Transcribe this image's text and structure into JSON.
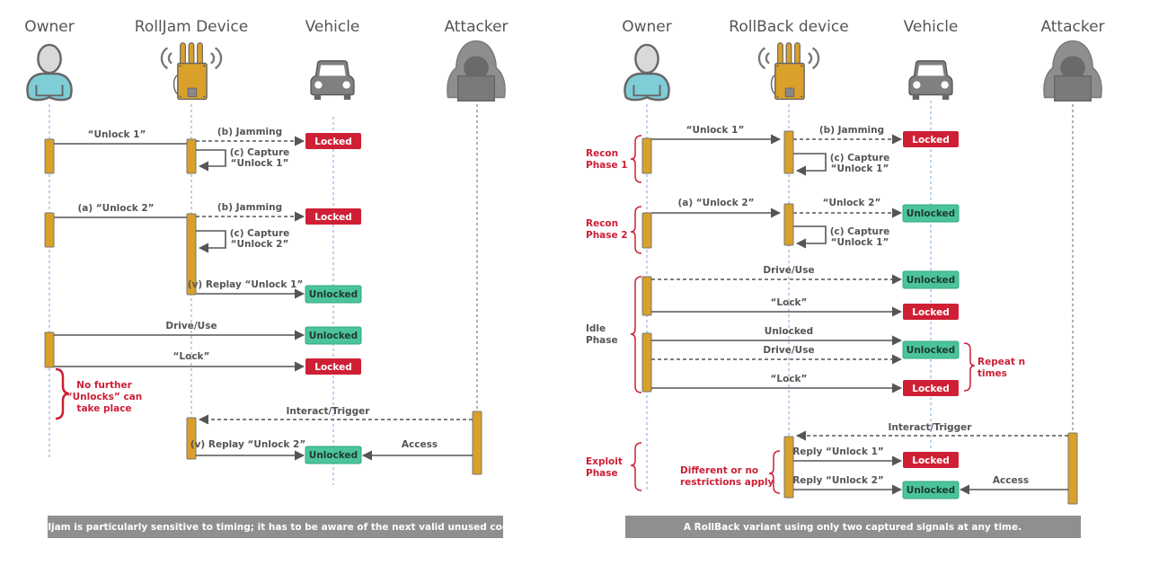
{
  "colors": {
    "locked": "#cf1f35",
    "unlocked": "#4cc49a",
    "unlocked_border": "#2faa7d",
    "activation": "#d9a02a",
    "arrow": "#555555",
    "lifeline": "#a9c3e6",
    "annotation": "#cc1f36",
    "caption_bg": "#8e8f91",
    "owner_body": "#7fcdd6"
  },
  "left": {
    "actors": [
      {
        "name": "Owner",
        "icon": "person-icon"
      },
      {
        "name": "RollJam Device",
        "icon": "jammer-device-icon"
      },
      {
        "name": "Vehicle",
        "icon": "car-icon"
      },
      {
        "name": "Attacker",
        "icon": "hooded-hacker-icon"
      }
    ],
    "messages": [
      {
        "label": "“Unlock 1”",
        "from": "owner",
        "to": "device",
        "style": "solid"
      },
      {
        "label": "(b) Jamming",
        "from": "device",
        "to": "vehicle",
        "style": "dashed",
        "state": "Locked"
      },
      {
        "label": "(c) Capture",
        "label2": "“Unlock 1”",
        "type": "self",
        "actor": "device"
      },
      {
        "label": "(a) “Unlock 2”",
        "from": "owner",
        "to": "device",
        "style": "solid"
      },
      {
        "label": "(b) Jamming",
        "from": "device",
        "to": "vehicle",
        "style": "dashed",
        "state": "Locked"
      },
      {
        "label": "(c) Capture",
        "label2": "“Unlock 2”",
        "type": "self",
        "actor": "device"
      },
      {
        "label": "(v) Replay “Unlock 1”",
        "from": "device",
        "to": "vehicle",
        "style": "solid",
        "state": "Unlocked"
      },
      {
        "label": "Drive/Use",
        "from": "owner",
        "to": "vehicle",
        "style": "solid",
        "state": "Unlocked"
      },
      {
        "label": "“Lock”",
        "from": "owner",
        "to": "vehicle",
        "style": "solid",
        "state": "Locked"
      },
      {
        "label": "Interact/Trigger",
        "from": "attacker",
        "to": "device",
        "style": "dashed"
      },
      {
        "label": "(v) Replay “Unlock 2”",
        "from": "device",
        "to": "vehicle",
        "style": "solid",
        "state": "Unlocked"
      },
      {
        "label": "Access",
        "from": "attacker",
        "to": "vehicle",
        "style": "solid"
      }
    ],
    "annotation": [
      "No further",
      "“Unlocks” can",
      "take place"
    ],
    "caption": "Rolljam is particularly sensitive to timing; it has to be aware of the next valid unused code."
  },
  "right": {
    "actors": [
      {
        "name": "Owner",
        "icon": "person-icon"
      },
      {
        "name": "RollBack device",
        "icon": "jammer-device-icon"
      },
      {
        "name": "Vehicle",
        "icon": "car-icon"
      },
      {
        "name": "Attacker",
        "icon": "hooded-hacker-icon"
      }
    ],
    "phases": [
      {
        "lines": [
          "Recon",
          "Phase 1"
        ]
      },
      {
        "lines": [
          "Recon",
          "Phase 2"
        ]
      },
      {
        "lines": [
          "Idle",
          "Phase"
        ]
      },
      {
        "lines": [
          "Exploit",
          "Phase"
        ]
      }
    ],
    "messages": [
      {
        "label": "“Unlock 1”",
        "from": "owner",
        "to": "device",
        "style": "solid"
      },
      {
        "label": "(b) Jamming",
        "from": "device",
        "to": "vehicle",
        "style": "dashed",
        "state": "Locked"
      },
      {
        "label": "(c) Capture",
        "label2": "“Unlock 1”",
        "type": "self",
        "actor": "device"
      },
      {
        "label": "(a) “Unlock 2”",
        "from": "owner",
        "to": "device",
        "style": "solid"
      },
      {
        "label": "“Unlock 2”",
        "from": "device",
        "to": "vehicle",
        "style": "dashed",
        "state": "Unlocked"
      },
      {
        "label": "(c) Capture",
        "label2": "“Unlock 1”",
        "type": "self",
        "actor": "device"
      },
      {
        "label": "Drive/Use",
        "from": "owner",
        "to": "vehicle",
        "style": "dashed",
        "state": "Unlocked"
      },
      {
        "label": "“Lock”",
        "from": "owner",
        "to": "vehicle",
        "style": "solid",
        "state": "Locked"
      },
      {
        "label": "Unlocked",
        "from": "owner",
        "to": "vehicle",
        "style": "solid"
      },
      {
        "label": "Drive/Use",
        "from": "owner",
        "to": "vehicle",
        "style": "dashed",
        "state": "Unlocked"
      },
      {
        "label": "“Lock”",
        "from": "owner",
        "to": "vehicle",
        "style": "solid",
        "state": "Locked"
      },
      {
        "label": "Interact/Trigger",
        "from": "attacker",
        "to": "device",
        "style": "dashed"
      },
      {
        "label": "Reply “Unlock 1”",
        "from": "device",
        "to": "vehicle",
        "style": "solid",
        "state": "Locked"
      },
      {
        "label": "Reply “Unlock 2”",
        "from": "device",
        "to": "vehicle",
        "style": "solid",
        "state": "Unlocked"
      },
      {
        "label": "Access",
        "from": "attacker",
        "to": "vehicle",
        "style": "solid"
      }
    ],
    "repeat_annotation": [
      "Repeat n",
      "times"
    ],
    "restriction_annotation": [
      "Different or no",
      "restrictions apply"
    ],
    "caption": "A RollBack variant using only two captured signals at any time."
  }
}
